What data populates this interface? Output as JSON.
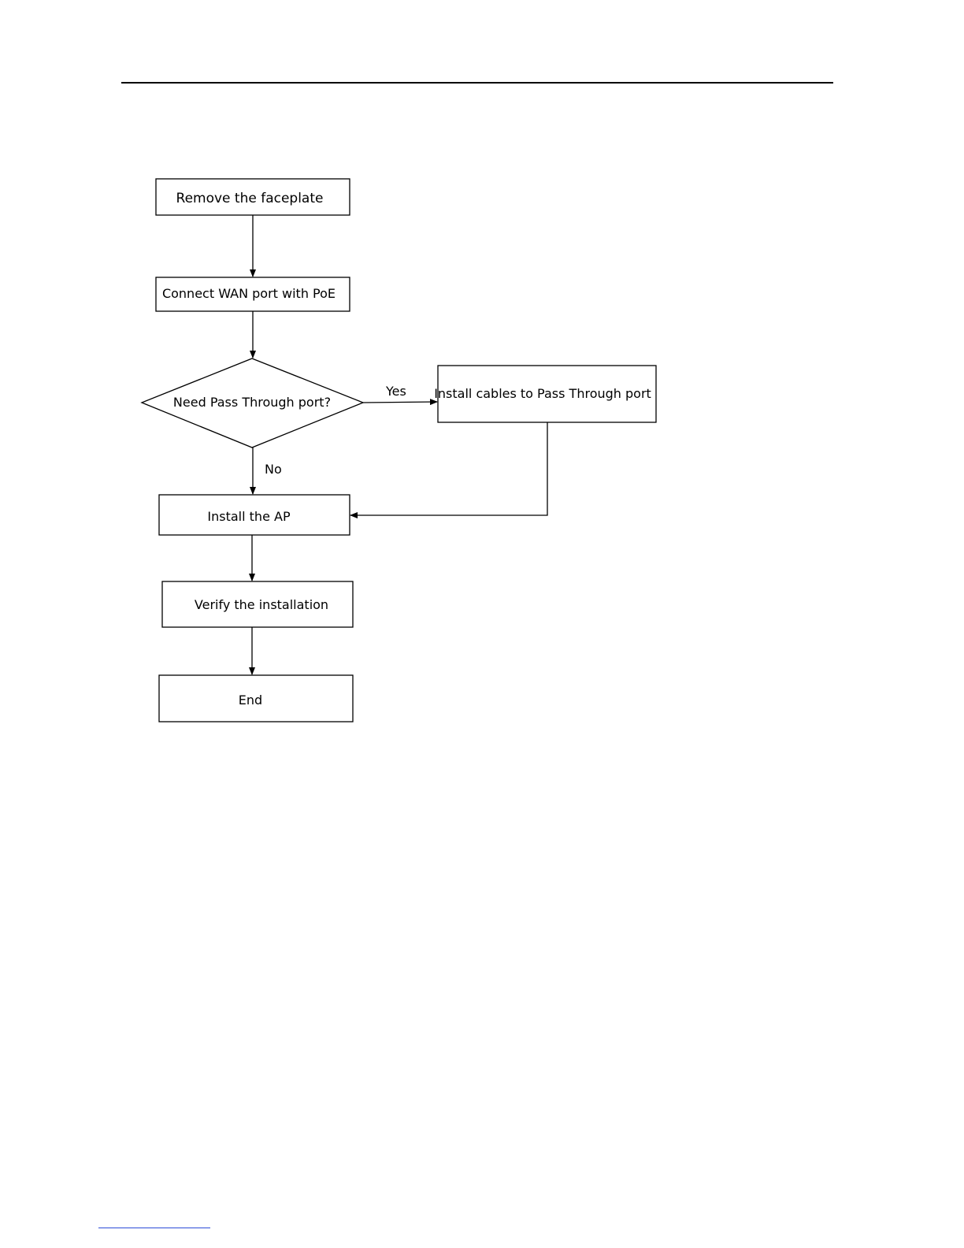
{
  "flowchart": {
    "steps": {
      "remove_faceplate": "Remove the faceplate",
      "connect_wan": "Connect WAN port with PoE",
      "decision": "Need Pass Through port?",
      "install_cables": "Install cables to Pass Through port",
      "install_ap": "Install the AP",
      "verify": "Verify the installation",
      "end": "End"
    },
    "edge_labels": {
      "yes": "Yes",
      "no": "No"
    }
  }
}
